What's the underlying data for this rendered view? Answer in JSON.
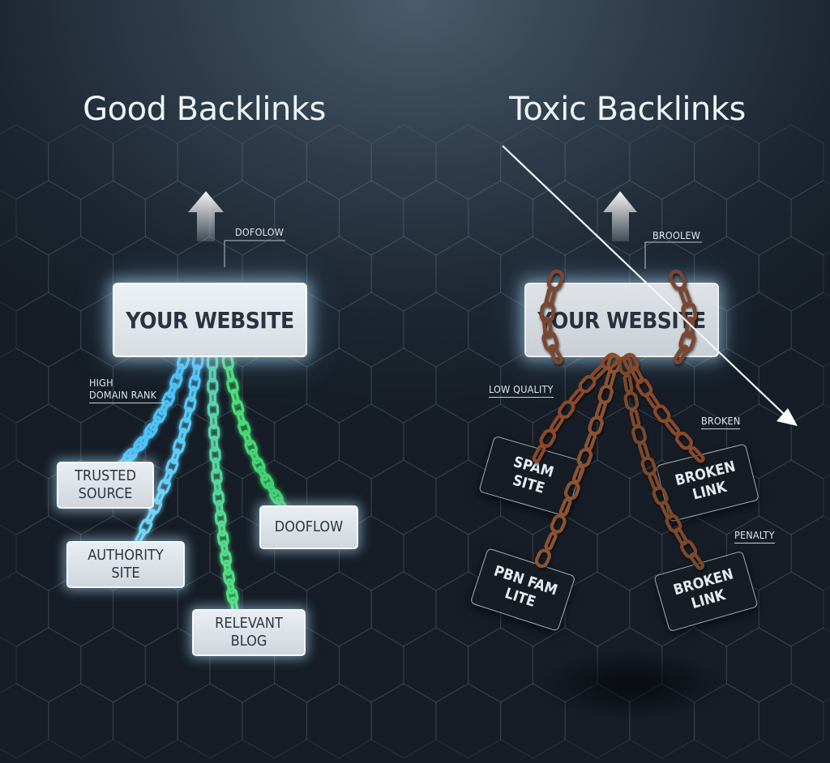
{
  "good": {
    "title": "Good Backlinks",
    "main_box": "YOUR WEBSITE",
    "labels": {
      "dofollow_top": "DOFOLOW",
      "domain_rank": "HIGH\nDOMAIN RANK"
    },
    "nodes": [
      "TRUSTED\nSOURCE",
      "AUTHORITY\nSITE",
      "RELEVANT\nBLOG",
      "DOOFLOW"
    ]
  },
  "toxic": {
    "title": "Toxic Backlinks",
    "main_box": "YOUR WEBSITE",
    "labels": {
      "top": "BROOLEW",
      "low_quality": "LOW QUALITY",
      "broken": "BROKEN",
      "penalty": "PENALTY"
    },
    "tags": [
      "SPAM\nSITE",
      "PBN FAM\nLITE",
      "BROKEN\nLINK",
      "BROKEN\nLINK"
    ]
  },
  "colors": {
    "good_chain_blue": "#4fc3f7",
    "good_chain_green": "#4ee07a",
    "toxic_chain_rust": "#8a4a2a",
    "box_glow": "#bfe6ff"
  },
  "icons": {
    "up_arrow": "up-arrow-icon",
    "down_arrow": "down-trend-arrow-icon"
  }
}
